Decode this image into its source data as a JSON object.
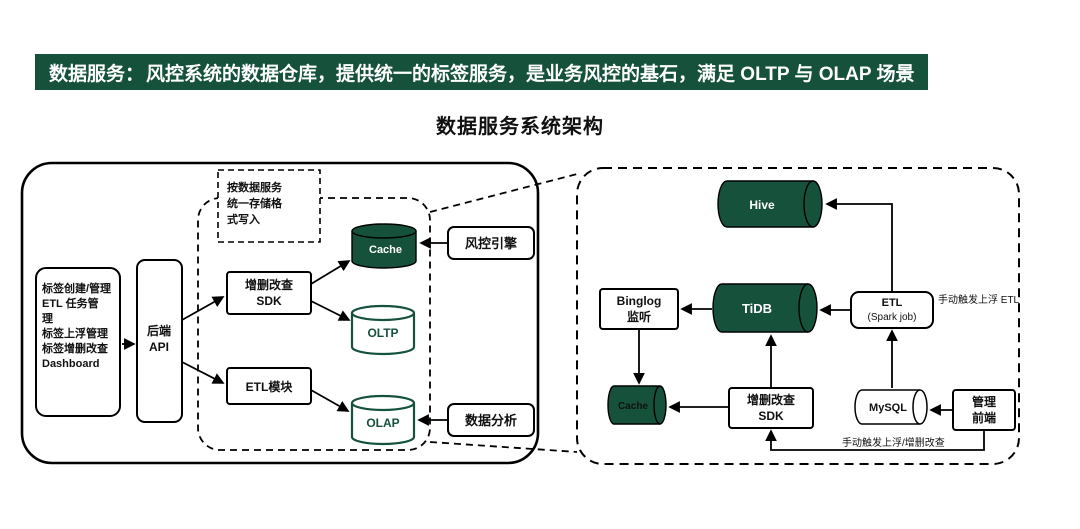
{
  "colors": {
    "dark_green": "#15513b",
    "text": "#111111",
    "background": "#ffffff"
  },
  "banner": {
    "prefix": "数据服务：",
    "text": "风控系统的数据仓库，提供统一的标签服务，是业务风控的基石，满足 OLTP 与 OLAP 场景"
  },
  "title": "数据服务系统架构",
  "left_diagram": {
    "admin_panel_lines": [
      "标签创建/管理",
      "ETL 任务管",
      "理",
      "标签上浮管理",
      "标签增删改查",
      "Dashboard"
    ],
    "backend_api_lines": [
      "后端",
      "API"
    ],
    "callout_lines": [
      "按数据服务",
      "统一存储格",
      "式写入"
    ],
    "crud_sdk_lines": [
      "增删改查",
      "SDK"
    ],
    "etl_module": "ETL模块",
    "cache": "Cache",
    "oltp": "OLTP",
    "olap": "OLAP",
    "risk_engine": "风控引擎",
    "data_analysis": "数据分析"
  },
  "right_diagram": {
    "hive": "Hive",
    "tidb": "TiDB",
    "binglog_listener_lines": [
      "Binglog",
      "监听"
    ],
    "etl_spark_lines": [
      "ETL",
      "(Spark job)"
    ],
    "cache": "Cache",
    "crud_sdk_lines": [
      "增删改查",
      "SDK"
    ],
    "mysql": "MySQL",
    "admin_frontend_lines": [
      "管理",
      "前端"
    ],
    "note_manual_etl": "手动触发上浮 ETL",
    "note_manual_crud": "手动触发上浮/增删改查"
  }
}
